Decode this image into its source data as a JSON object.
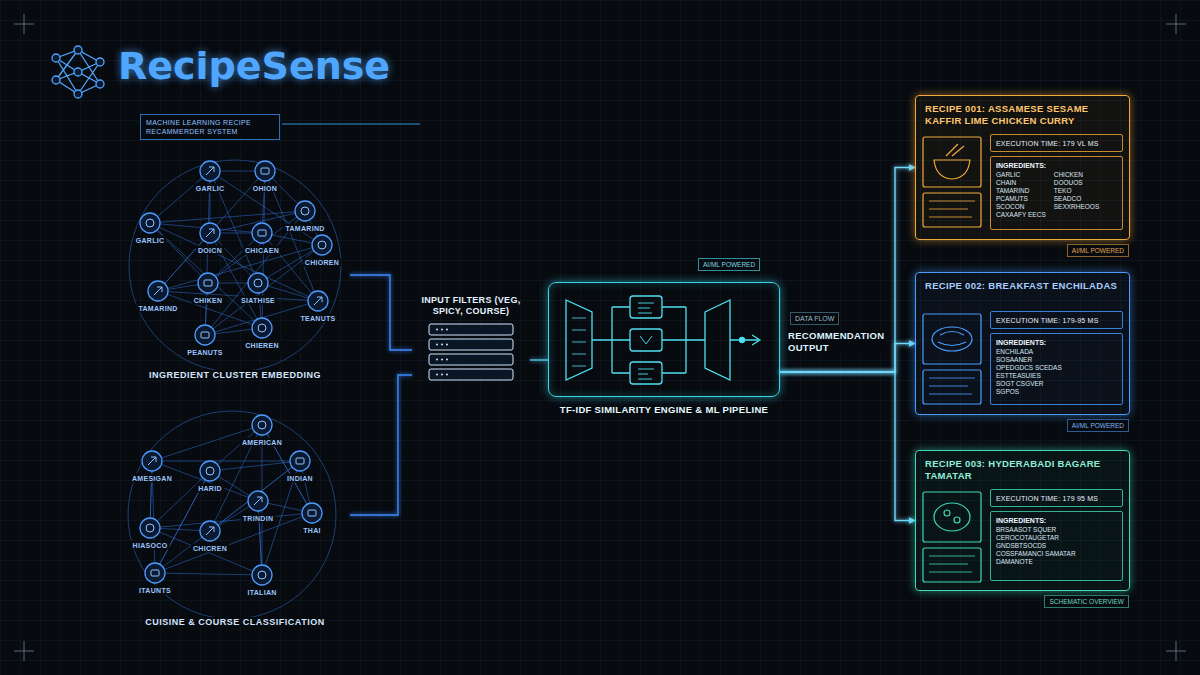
{
  "diagram": {
    "title": "RecipeSense",
    "nodes": [
      {
        "text": [
          "INGREDIENT CLUSTER EMBEDDING"
        ]
      },
      {
        "text": [
          "CUISINE & COURSE CLASSIFICATION"
        ]
      },
      {
        "text": [
          "INPUT FILTERS (VEG, SPICY, COURSE)"
        ]
      },
      {
        "text": [
          "TF-IDF SIMILARITY ENGINE & ML PIPELINE"
        ]
      },
      {
        "text": [
          "RECIPE 001: ASSAMESE SESAME KAFFIR LIME CHICKEN CURRY",
          "AI/ML POWERED"
        ]
      },
      {
        "text": [
          "EXECUTION TIME: 179 VL MS"
        ],
        "in": 4
      },
      {
        "text": [
          "INGREDIENTS:",
          "GARLIC",
          "CHAIN",
          "TAMARIND",
          "PCAMUTS",
          "SCOCON",
          "CAXAAFY EECS",
          "CHICKEN",
          "DOOUOS",
          "TEKO",
          "SEADCO",
          "SEXXRHEOOS"
        ],
        "in": 4
      },
      {
        "text": [
          "RECIPE 002: BREAKFAST ENCHILADAS",
          "AI/ML POWERED"
        ]
      },
      {
        "text": [
          "EXECUTION TIME: 179-95 MS"
        ],
        "in": 7
      },
      {
        "text": [
          "INGREDIENTS:",
          "ENCHILADA",
          "SOSAANER",
          "OPEDGDCS SCEDAS",
          "ESTTEASUIES",
          "SOGT CSGVER",
          "SGPOS"
        ],
        "in": 7
      },
      {
        "text": [
          "RECIPE 003: HYDERABADI BAGARE TAMATAR",
          "SCHEMATIC OVERVIEW"
        ]
      },
      {
        "text": [
          "EXECUTION TIME: 179 95 MS"
        ],
        "in": 10
      },
      {
        "text": [
          "INGREDIENTS:",
          "BRSAASOT SQUER",
          "CEROCOTAUGETAR",
          "GNDSBTSOCDS",
          "COSSFAMANCI SAMATAR",
          "DAMANOTE"
        ],
        "in": 10
      }
    ],
    "edges": [
      {
        "from": 0,
        "to": 2,
        "arrow": "none"
      },
      {
        "from": 1,
        "to": 2,
        "arrow": "none"
      },
      {
        "from": 2,
        "to": 3,
        "arrow": "none"
      },
      {
        "from": 3,
        "to": 4,
        "arrow": "to"
      },
      {
        "from": 3,
        "to": 7,
        "arrow": "to"
      },
      {
        "from": 3,
        "to": 10,
        "arrow": "to"
      }
    ],
    "labels": [
      "MACHINE LEARNING RECIPE RECAMMERDER SYSTEM",
      "GARLIC",
      "GARLIC",
      "OHION",
      "TAMARIND",
      "DOICN",
      "CHICAEN",
      "CHIOREN",
      "TAMARIND",
      "CHIKEN",
      "SIATHISE",
      "TEANUTS",
      "PEANUTS",
      "CHIEREN",
      "AMERICAN",
      "AMESIGAN",
      "INDIAN",
      "HARID",
      "TRINDIN",
      "THAI",
      "HIASOCO",
      "CHICREN",
      "ITAUNTS",
      "ITALIAN",
      "AI/ML POWERED",
      "DATA FLOW",
      "RECOMMENDATION OUTPUT"
    ]
  }
}
